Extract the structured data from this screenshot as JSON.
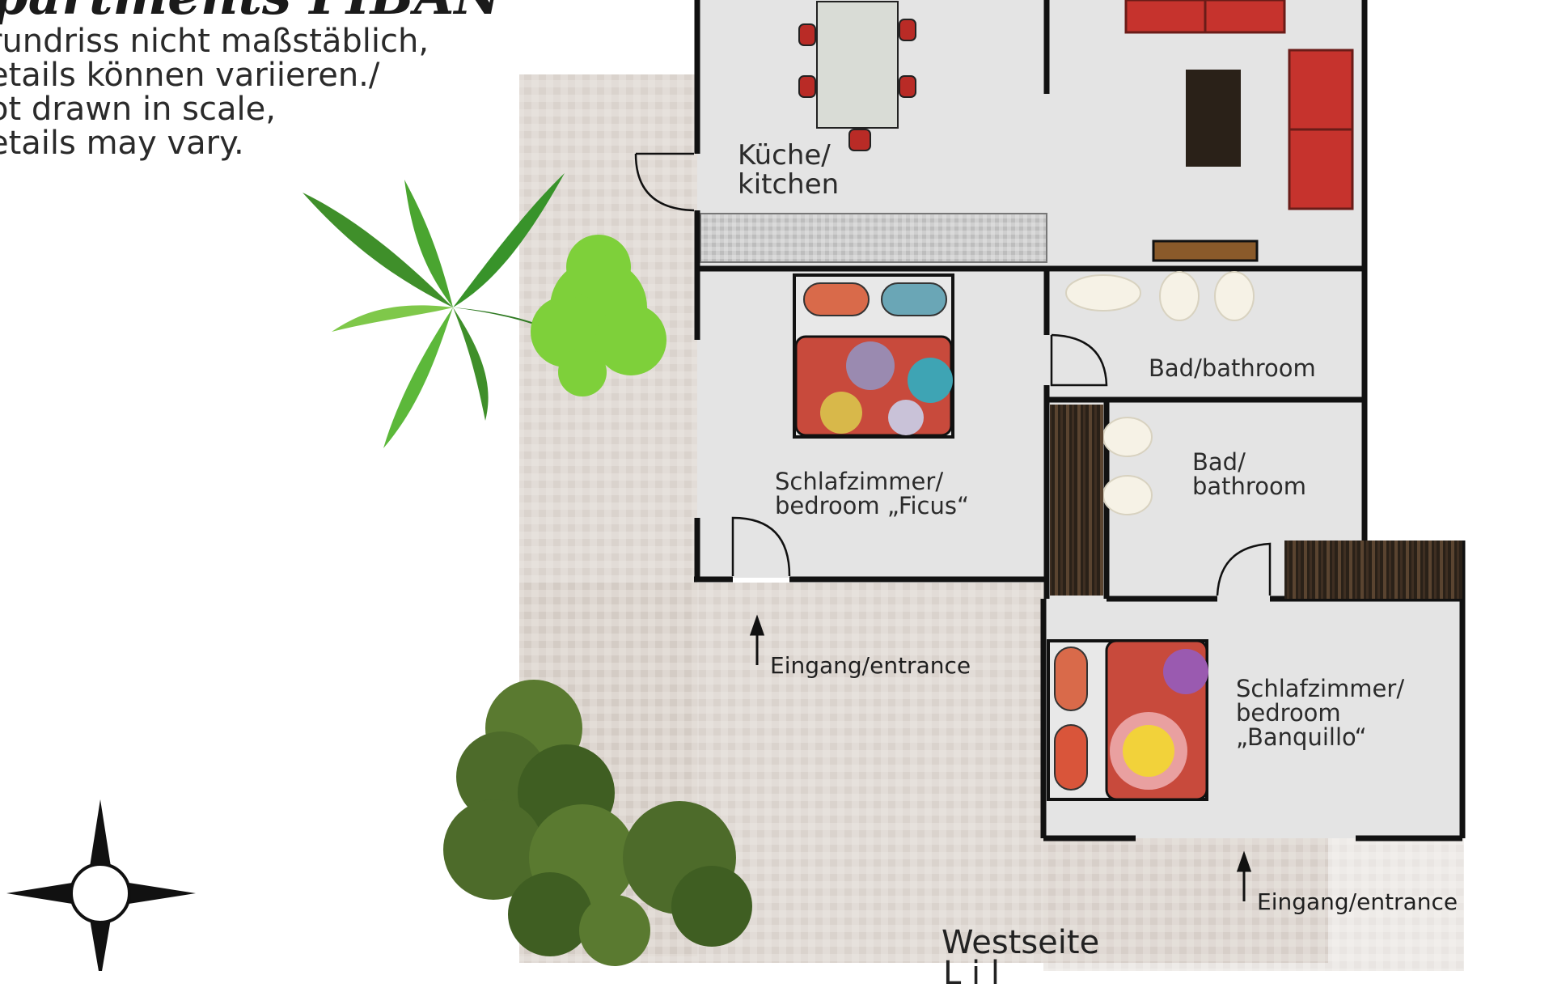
{
  "header": {
    "title": "partments FIBAN",
    "disclaimer_lines": [
      "rundriss nicht maßstäblich,",
      "etails können variieren./",
      "ot drawn in scale,",
      "etails may vary."
    ]
  },
  "rooms": {
    "kitchen": {
      "line1": "Küche/",
      "line2": "kitchen"
    },
    "bathroom_top": "Bad/bathroom",
    "bathroom_mid": {
      "line1": "Bad/",
      "line2": "bathroom"
    },
    "bedroom_ficus": {
      "line1": "Schlafzimmer/",
      "line2": "bedroom „Ficus“"
    },
    "bedroom_banquillo": {
      "line1": "Schlafzimmer/",
      "line2": "bedroom",
      "line3": "„Banquillo“"
    }
  },
  "entrances": {
    "left": "Eingang/entrance",
    "right": "Eingang/entrance"
  },
  "footer": {
    "side_label": "Westseite",
    "side_label_partial": "L  i  l"
  },
  "colors": {
    "floor": "#e4e4e4",
    "wall": "#111111",
    "sofa": "#c6332d",
    "terrace": "#d9d2cc",
    "plant_green": "#3f8f2a",
    "tree_green": "#4d6b2a"
  },
  "icons": [
    "compass-rose-icon",
    "palm-plant-icon",
    "shrub-icon",
    "tree-icon",
    "entrance-arrow-icon"
  ]
}
